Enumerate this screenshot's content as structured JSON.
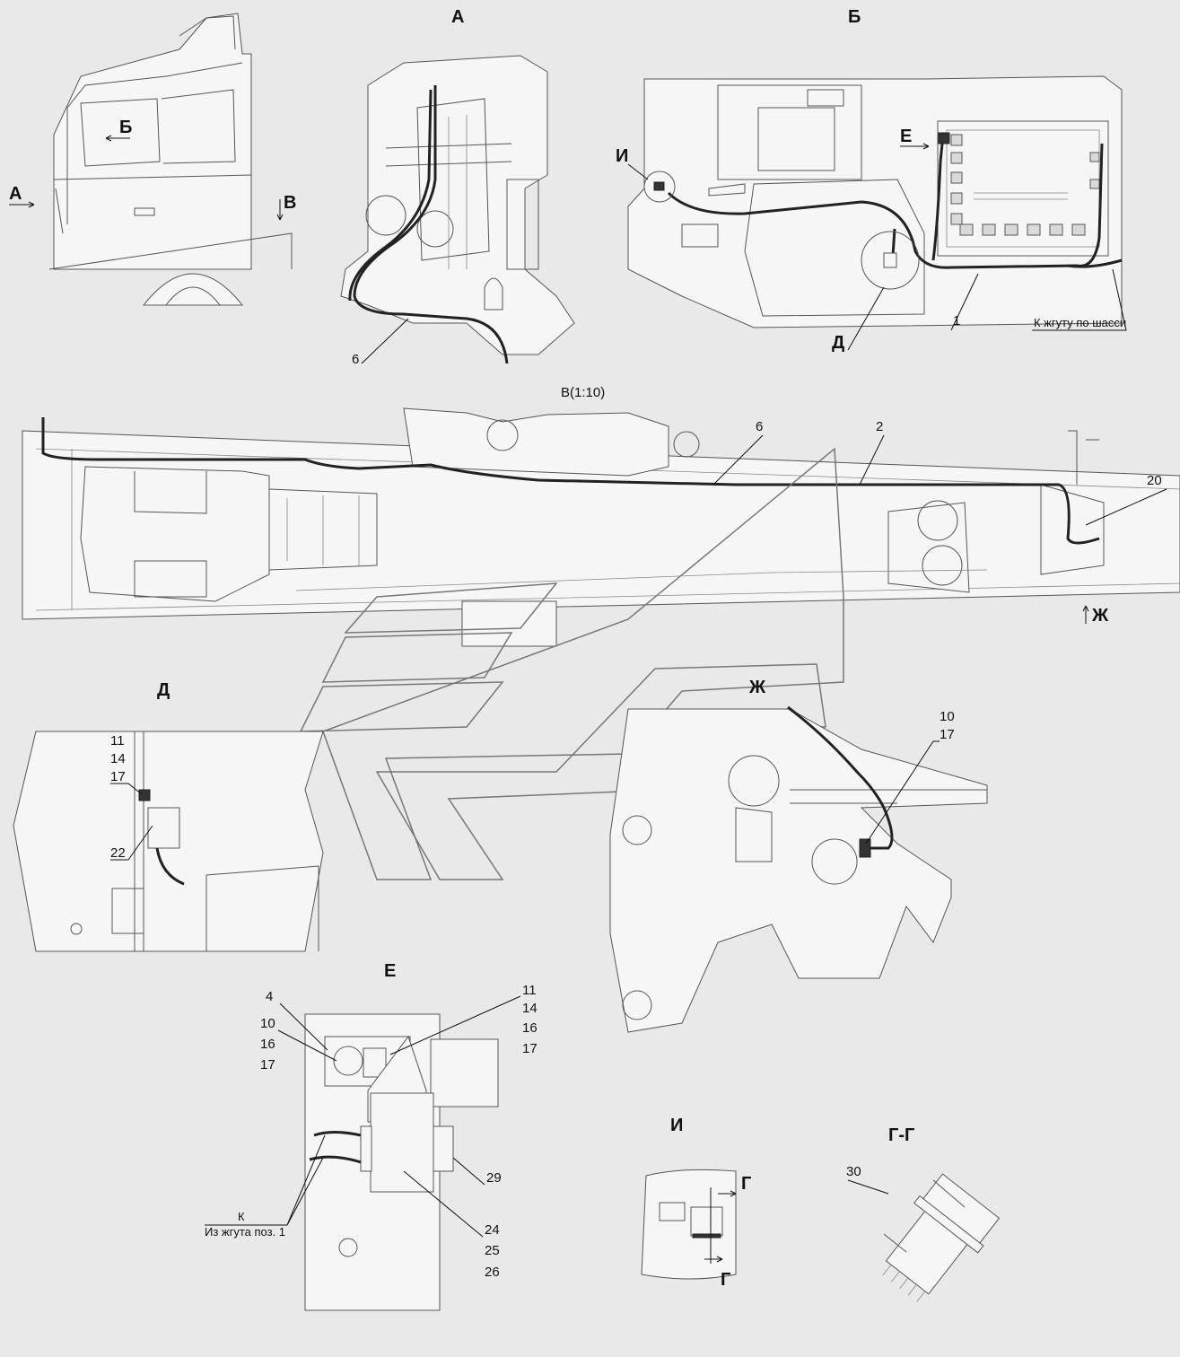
{
  "views": {
    "A": "А",
    "B": "Б",
    "D": "Д",
    "E": "Е",
    "Zh": "Ж",
    "I": "И",
    "GG": "Г-Г",
    "G": "Г",
    "V": "В",
    "V_scale": "В(1:10)"
  },
  "cab_arrows": {
    "A": "А",
    "B": "Б",
    "V": "В"
  },
  "view_b_labels": {
    "I": "И",
    "E": "Е",
    "D": "Д",
    "pos1": "1",
    "chassis_note": "К жгуту по шасси"
  },
  "view_a_labels": {
    "pos6": "6"
  },
  "chassis_labels": {
    "pos6": "6",
    "pos2": "2",
    "pos20": "20",
    "Zh": "Ж"
  },
  "view_d_labels": {
    "p11": "11",
    "p14": "14",
    "p17": "17",
    "p22": "22"
  },
  "view_zh_labels": {
    "p10": "10",
    "p17": "17"
  },
  "view_e_labels": {
    "p4": "4",
    "p10": "10",
    "p16": "16",
    "p17": "17",
    "r11": "11",
    "r14": "14",
    "r16": "16",
    "r17": "17",
    "p29": "29",
    "p24": "24",
    "p25": "25",
    "p26": "26",
    "K": "К",
    "from_harness": "Из жгута поз. 1"
  },
  "view_i_labels": {
    "G_top": "Г",
    "G_bottom": "Г"
  },
  "view_gg_labels": {
    "p30": "30"
  }
}
